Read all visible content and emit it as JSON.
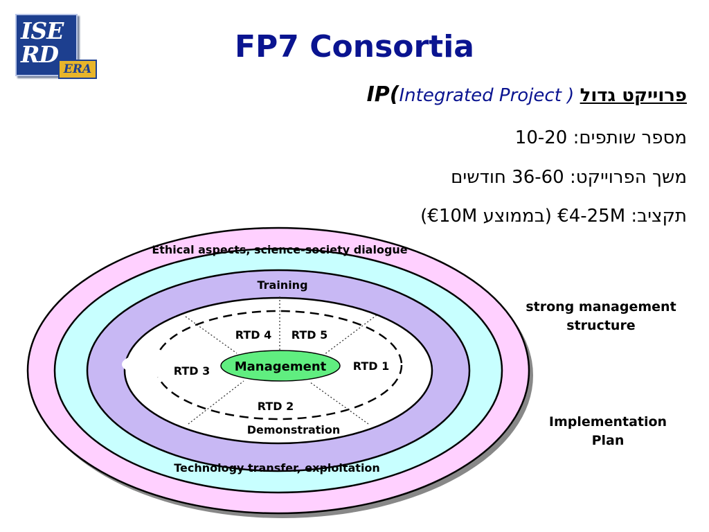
{
  "slide": {
    "title": "FP7 Consortia",
    "logo": {
      "line1": "ISE",
      "line2": "RD",
      "tag": "ERA"
    },
    "ip_line": {
      "abbr": "IP",
      "open_paren": "(",
      "full": "Integrated Project",
      "close_paren": ")",
      "hebrew": "פרוייקט גדול"
    },
    "lines": [
      {
        "label": "מספר שותפים:",
        "value": "10-20"
      },
      {
        "label": "משך הפרוייקט:",
        "value": "36-60 חודשים"
      },
      {
        "label": "תקציב:",
        "value": "4-25M€ (בממוצע 10M€)"
      }
    ]
  },
  "diagram": {
    "rings": [
      {
        "label": "Ethical aspects, science-society dialogue",
        "color": "#ffd0ff"
      },
      {
        "label": "",
        "color": "#c8ffff"
      },
      {
        "label": "Training",
        "color": "#c8b8f4"
      },
      {
        "label": "",
        "color": "#ffffff"
      }
    ],
    "technology_label": "Technology transfer, exploitation",
    "demonstration_label": "Demonstration",
    "core": {
      "label": "Management",
      "color": "#60ee80"
    },
    "rtd": [
      "RTD 1",
      "RTD 2",
      "RTD 3",
      "RTD 4",
      "RTD 5"
    ],
    "side_labels": {
      "management_structure": [
        "strong management",
        "structure"
      ],
      "implementation_plan": [
        "Implementation",
        "Plan"
      ]
    }
  }
}
